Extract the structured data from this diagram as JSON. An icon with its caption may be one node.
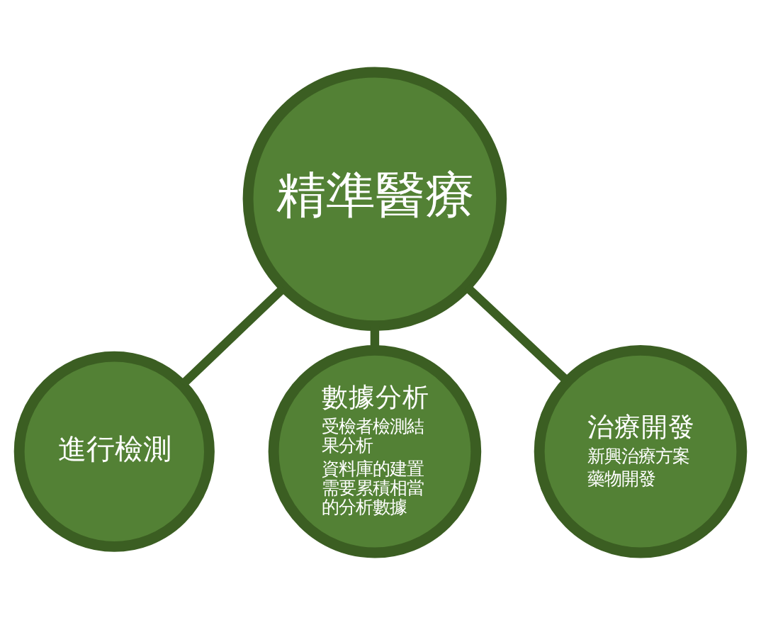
{
  "diagram": {
    "nodes": [
      {
        "text": [
          "精準醫療"
        ]
      },
      {
        "text": [
          "進行檢測"
        ]
      },
      {
        "text": [
          "數據分析",
          "受檢者檢測結果分析",
          "資料庫的建置需要累積相當的分析數據"
        ]
      },
      {
        "text": [
          "治療開發",
          "新興治療方案",
          "藥物開發"
        ]
      }
    ],
    "edges": [
      {
        "from": 0,
        "to": 1,
        "arrow": "none"
      },
      {
        "from": 0,
        "to": 2,
        "arrow": "none"
      },
      {
        "from": 0,
        "to": 3,
        "arrow": "none"
      }
    ]
  }
}
